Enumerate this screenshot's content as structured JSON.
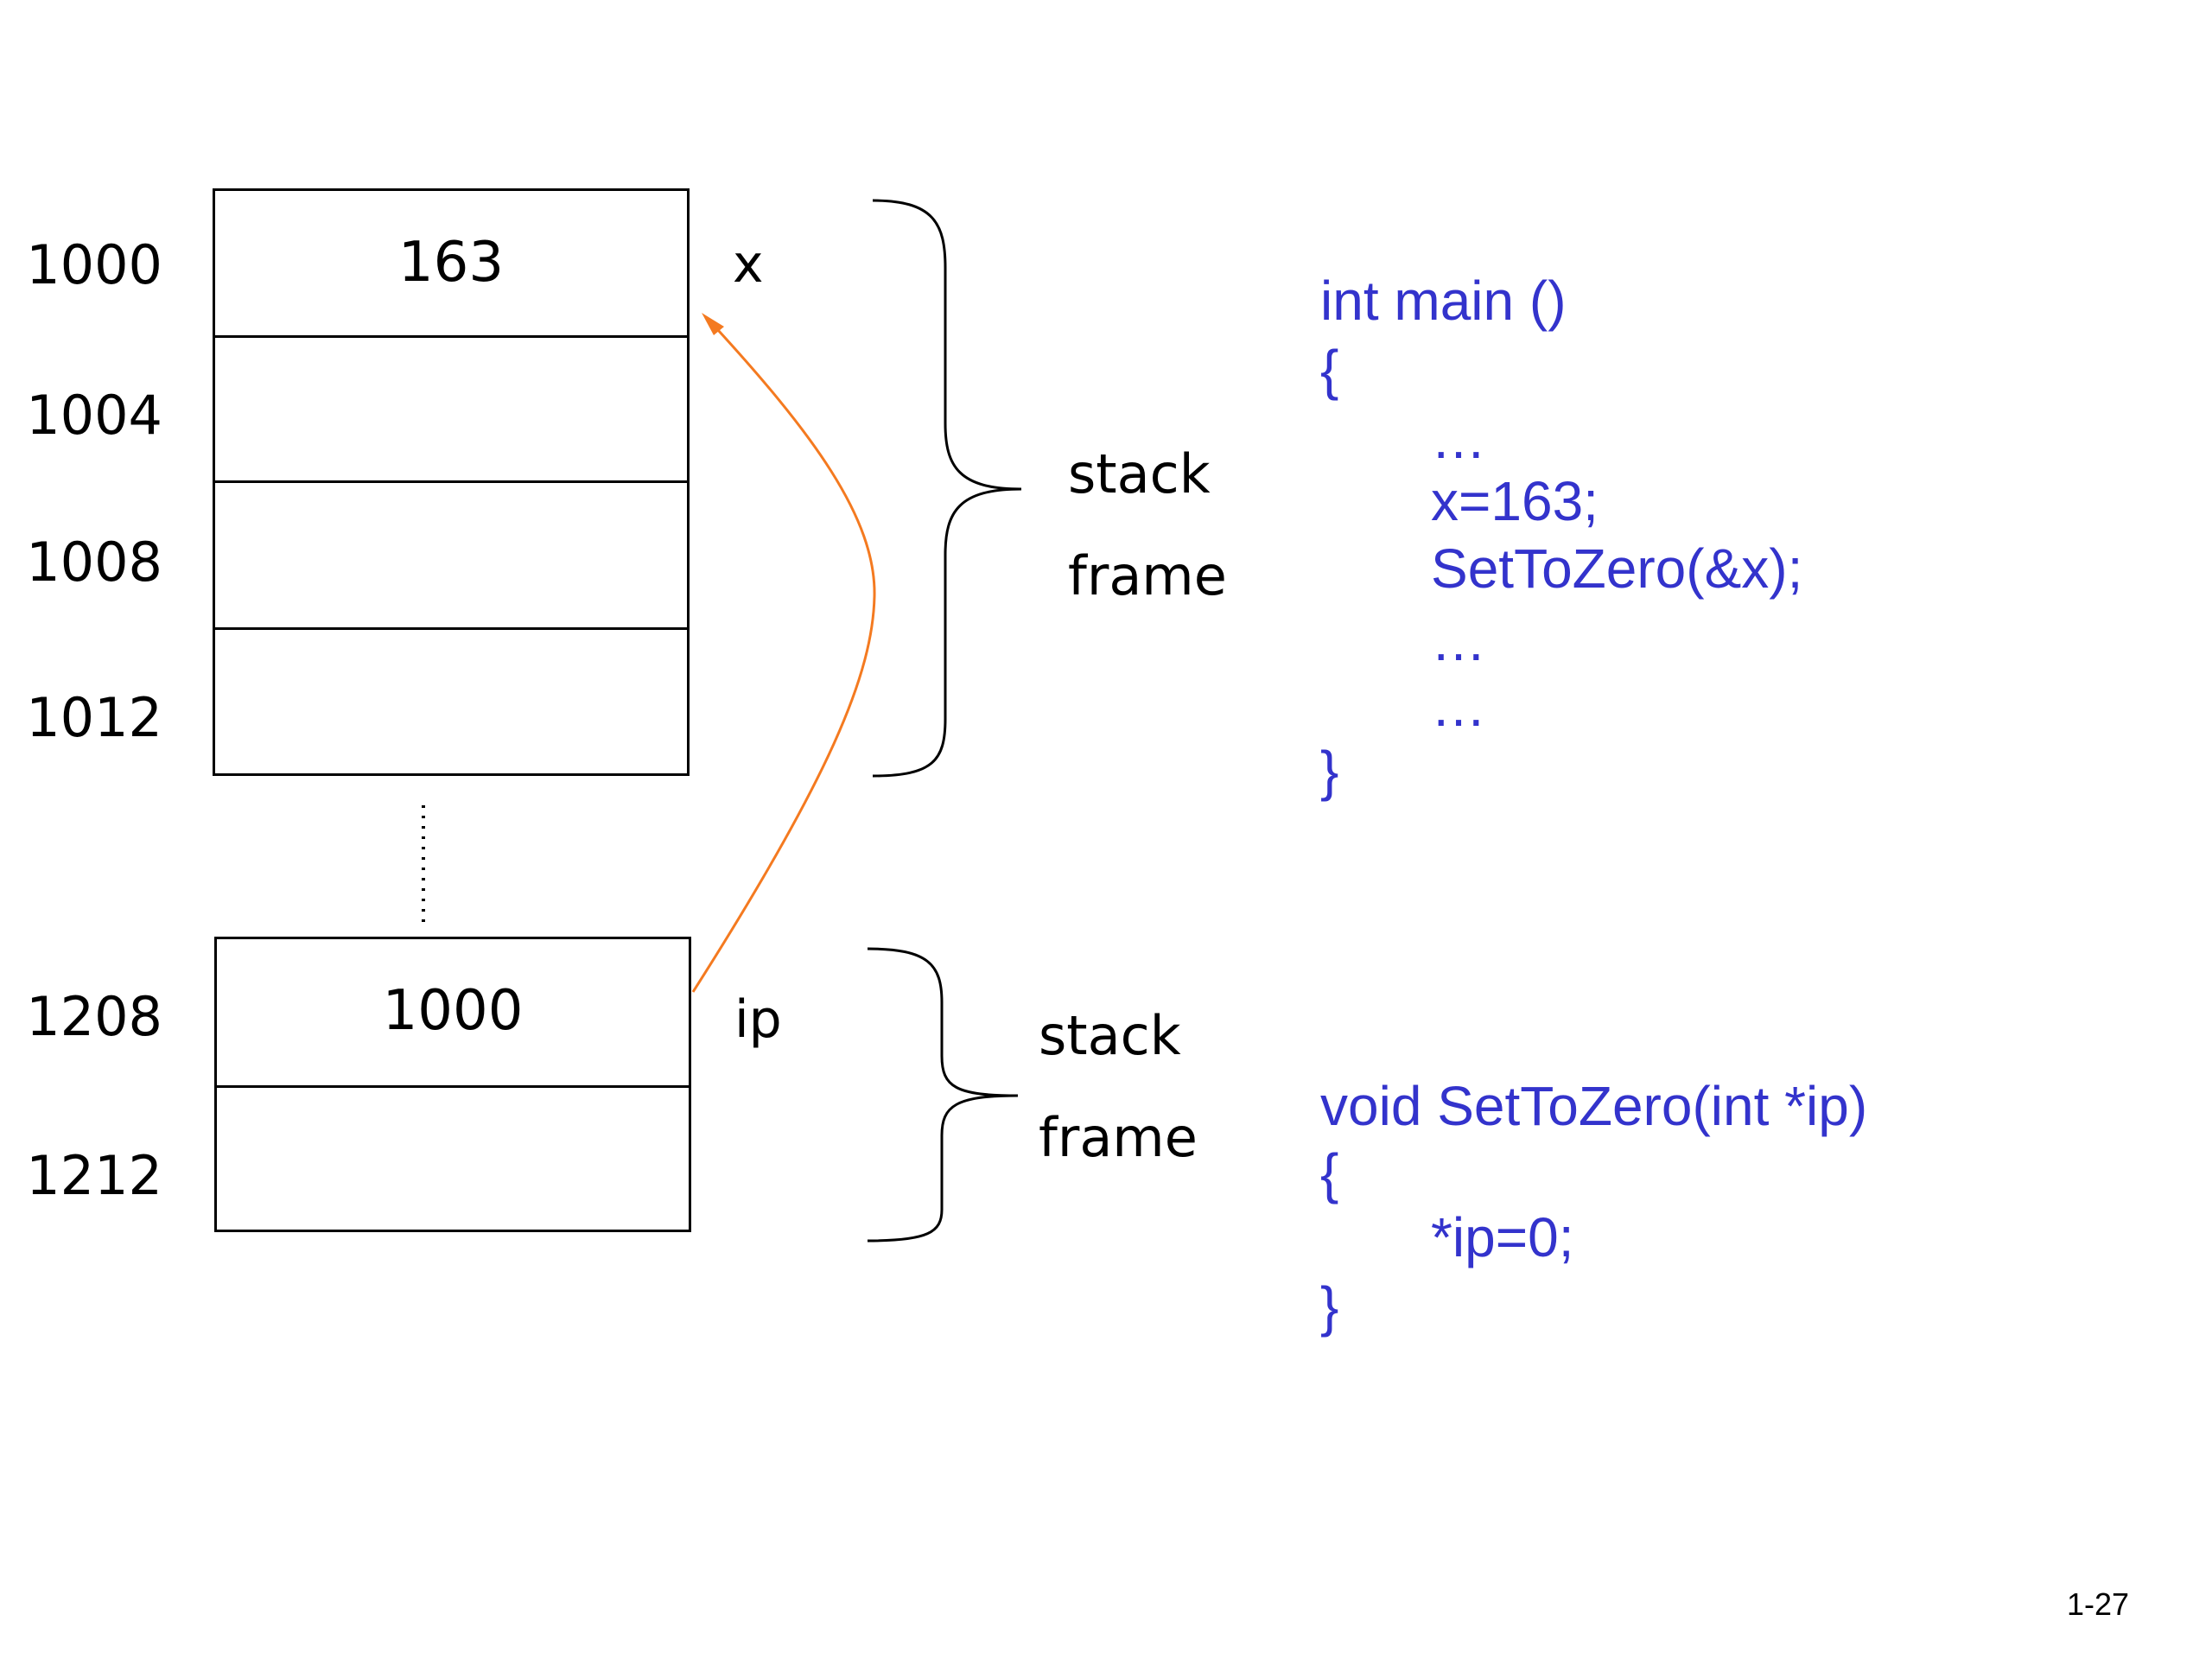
{
  "stack_upper": {
    "addresses": [
      "1000",
      "1004",
      "1008",
      "1012"
    ],
    "values": [
      "163",
      "",
      "",
      ""
    ],
    "var_name": "x"
  },
  "stack_lower": {
    "addresses": [
      "1208",
      "1212"
    ],
    "values": [
      "1000",
      ""
    ],
    "var_name": "ip"
  },
  "brace_labels": {
    "upper": [
      "stack",
      "frame"
    ],
    "lower": [
      "stack",
      "frame"
    ]
  },
  "code_main": [
    "int main ()",
    "{",
    "…",
    "x=163;",
    "SetToZero(&x);",
    "…",
    "…",
    "}"
  ],
  "code_func": [
    "void SetToZero(int *ip)",
    "{",
    "*ip=0;",
    "}"
  ],
  "page_number": "1-27",
  "colors": {
    "code": "#3333cc",
    "pointer_arrow": "#f47a20"
  }
}
